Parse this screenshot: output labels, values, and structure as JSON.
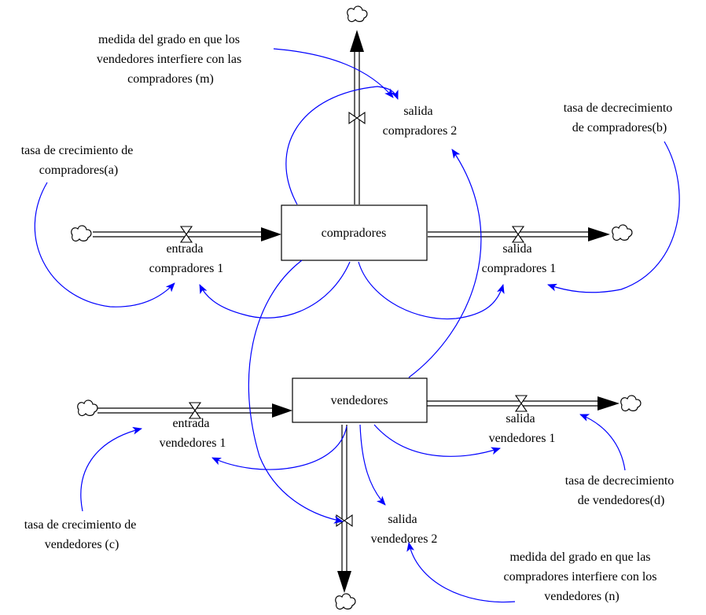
{
  "colors": {
    "link": "#0000ff",
    "pipe": "#000000",
    "background": "#ffffff"
  },
  "icons": {
    "cloud": "cloud-icon",
    "valve": "valve-icon",
    "arrowhead": "arrowhead-icon"
  },
  "stocks": {
    "compradores": "compradores",
    "vendedores": "vendedores"
  },
  "flows": {
    "entrada_compradores_1": [
      "entrada",
      "compradores 1"
    ],
    "salida_compradores_1": [
      "salida",
      "compradores 1"
    ],
    "salida_compradores_2": [
      "salida",
      "compradores 2"
    ],
    "entrada_vendedores_1": [
      "entrada",
      "vendedores 1"
    ],
    "salida_vendedores_1": [
      "salida",
      "vendedores 1"
    ],
    "salida_vendedores_2": [
      "salida",
      "vendedores 2"
    ]
  },
  "parameters": {
    "m": [
      "medida del grado en que los",
      "vendedores interfiere con las",
      "compradores (m)"
    ],
    "a": [
      "tasa de crecimiento de",
      "compradores(a)"
    ],
    "b": [
      "tasa de decrecimiento",
      "de compradores(b)"
    ],
    "c": [
      "tasa de crecimiento de",
      "vendedores (c)"
    ],
    "d": [
      "tasa de decrecimiento",
      "de vendedores(d)"
    ],
    "n": [
      "medida del grado en que las",
      "compradores interfiere con los",
      "vendedores (n)"
    ]
  }
}
